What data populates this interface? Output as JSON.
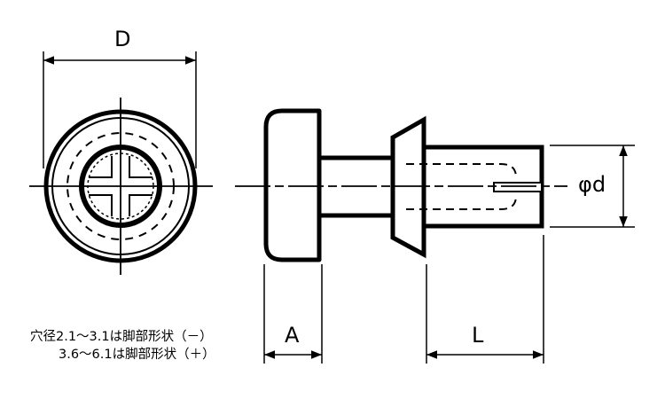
{
  "dimensions": {
    "D": "D",
    "A": "A",
    "L": "L",
    "d": "φd"
  },
  "notes": [
    "穴径2.1～3.1は脚部形状（－）",
    "3.6～6.1は脚部形状（＋）"
  ],
  "colors": {
    "line": "#000000",
    "background": "#ffffff"
  }
}
